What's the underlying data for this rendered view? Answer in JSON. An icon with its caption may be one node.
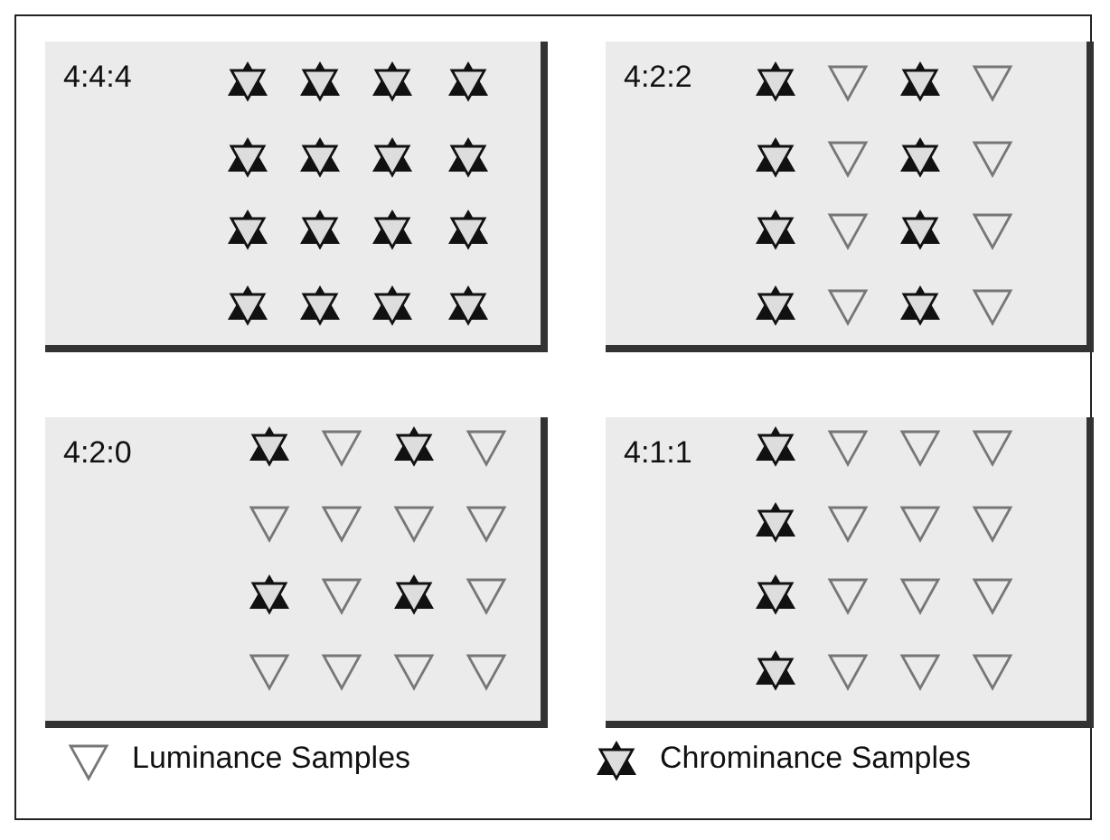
{
  "diagram": {
    "nodes": [
      {
        "text": [
          "4:4:4"
        ]
      },
      {
        "text": [
          "4:2:2"
        ]
      },
      {
        "text": [
          "4:2:0"
        ]
      },
      {
        "text": [
          "4:1:1"
        ]
      }
    ],
    "legend": [
      {
        "text": "Luminance Samples"
      },
      {
        "text": "Chrominance Samples"
      }
    ]
  }
}
